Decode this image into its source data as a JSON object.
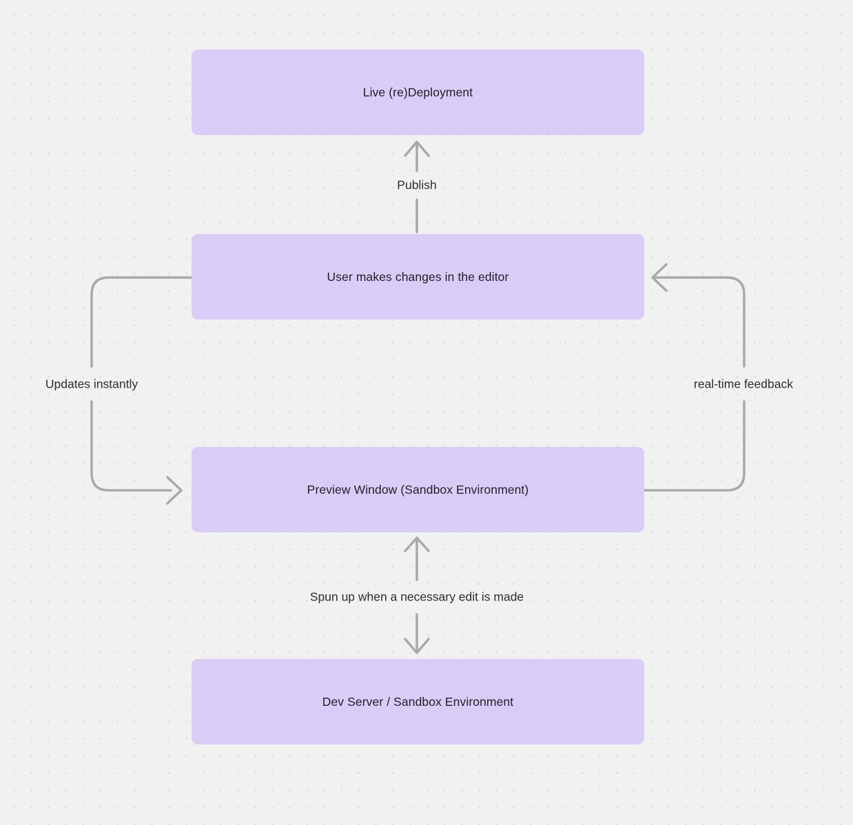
{
  "diagram": {
    "nodes": [
      {
        "id": "live-redeployment",
        "label": "Live (re)Deployment"
      },
      {
        "id": "editor-changes",
        "label": "User makes changes in the editor"
      },
      {
        "id": "preview-window",
        "label": "Preview Window (Sandbox Environment)"
      },
      {
        "id": "dev-server",
        "label": "Dev Server / Sandbox Environment"
      }
    ],
    "edges": [
      {
        "id": "publish",
        "label": "Publish"
      },
      {
        "id": "updates-instantly",
        "label": "Updates instantly"
      },
      {
        "id": "real-time-feedback",
        "label": "real-time feedback"
      },
      {
        "id": "spun-up",
        "label": "Spun up when a necessary edit is made"
      }
    ],
    "colors": {
      "node_fill": "#d9cdf8",
      "node_text": "#221f26",
      "arrow": "#a9a8ab",
      "background": "#f2f1f1",
      "dot": "#d4d2d6"
    }
  }
}
